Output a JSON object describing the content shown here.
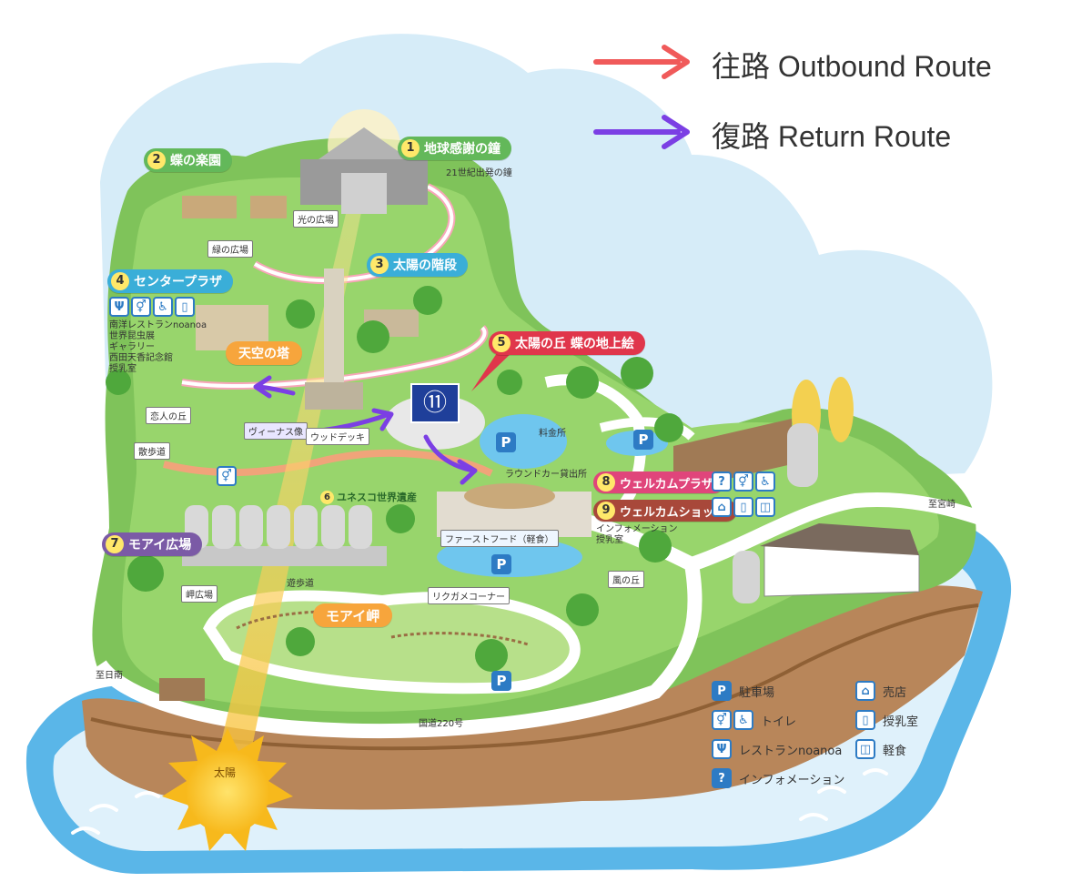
{
  "legend_routes": {
    "outbound": {
      "label": "往路 Outbound Route",
      "color": "#f05a5a"
    },
    "return": {
      "label": "復路 Return Route",
      "color": "#7b3fe4"
    }
  },
  "spots": {
    "s1": {
      "num": "1",
      "label": "地球感謝の鐘",
      "sub": "21世紀出発の鐘",
      "color": "#63b85a"
    },
    "s2": {
      "num": "2",
      "label": "蝶の楽園",
      "color": "#63b85a"
    },
    "s3": {
      "num": "3",
      "label": "太陽の階段",
      "color": "#3aaed8"
    },
    "s4": {
      "num": "4",
      "label": "センタープラザ",
      "color": "#3aaed8"
    },
    "s5": {
      "num": "5",
      "label": "太陽の丘 蝶の地上絵",
      "color": "#e0364b"
    },
    "s6": {
      "num": "6",
      "label": "ユネスコ世界遺産"
    },
    "s7": {
      "num": "7",
      "label": "モアイ広場",
      "color": "#7b5aa6"
    },
    "s8": {
      "num": "8",
      "label": "ウェルカムプラザ",
      "color": "#e0457b"
    },
    "s9": {
      "num": "9",
      "label": "ウェルカムショップ",
      "color": "#a8483a"
    },
    "s11": {
      "num": "⑪"
    }
  },
  "areas": {
    "tenku": "天空の塔",
    "moai_misaki": "モアイ岬",
    "center_list": [
      "南洋レストランnoanoa",
      "世界昆虫展",
      "ギャラリー",
      "西田天香記念館",
      "授乳室"
    ]
  },
  "tags": {
    "hikari": "光の広場",
    "midori": "緑の広場",
    "koibito": "恋人の丘",
    "sanpo": "散歩道",
    "venus": "ヴィーナス像",
    "deck": "ウッドデッキ",
    "ryokin": "料金所",
    "roundcar": "ラウンドカー貸出所",
    "fastfood": "ファーストフード（軽食）",
    "rikugame": "リクガメコーナー",
    "yuhodo": "遊歩道",
    "misaki_hiroba": "岬広場",
    "kaze": "風の丘",
    "info_nyu": "インフォメーション\n授乳室",
    "shi_miyazaki": "至宮崎",
    "shi_nichinan": "至日南",
    "kokudo": "国道220号",
    "taiyo": "太陽"
  },
  "map_legend": {
    "parking": "駐車場",
    "toilet": "トイレ",
    "restaurant": "レストランnoanoa",
    "info": "インフォメーション",
    "shop": "売店",
    "nursing": "授乳室",
    "snack": "軽食"
  },
  "icons": {
    "parking": "P",
    "toilet": "toilet-icon",
    "wheelchair": "wheelchair-icon",
    "restaurant": "restaurant-icon",
    "info": "?",
    "shop": "shop-icon",
    "nursing": "bottle-icon",
    "snack": "cup-icon"
  }
}
